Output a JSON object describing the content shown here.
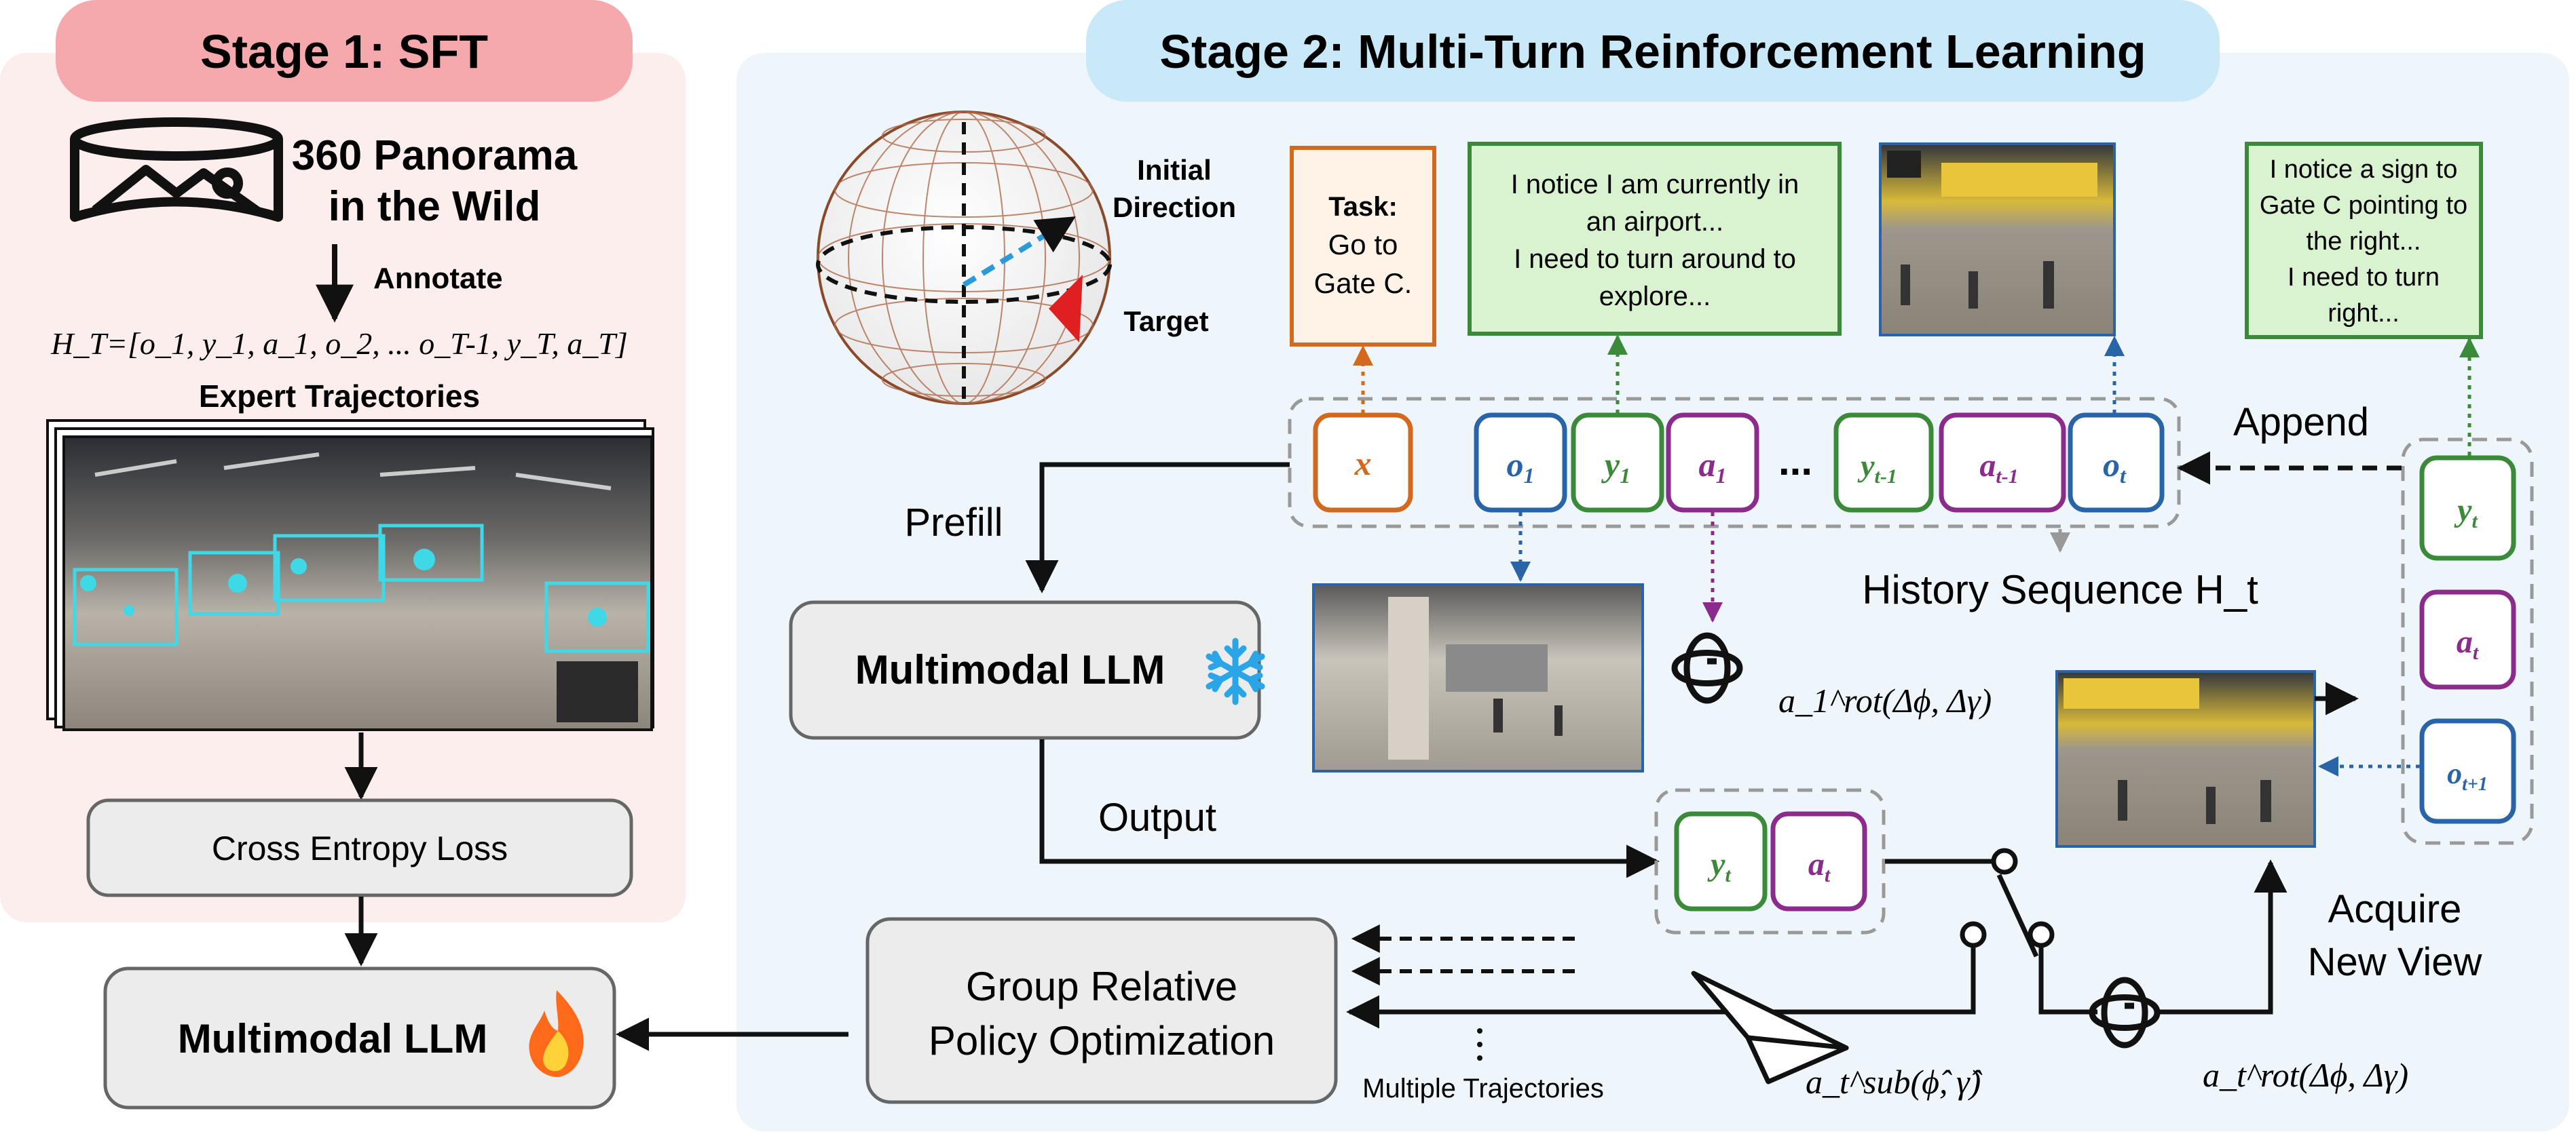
{
  "stage1": {
    "title": "Stage 1: SFT",
    "panorama_line1": "360 Panorama",
    "panorama_line2": "in the Wild",
    "annotate": "Annotate",
    "history_formula": "H_T=[o_1, y_1, a_1, o_2, ... o_T-1, y_T, a_T]",
    "expert_trajectories": "Expert Trajectories",
    "cross_entropy": "Cross Entropy Loss",
    "llm_label": "Multimodal LLM",
    "llm_icon": "fire-icon"
  },
  "stage2": {
    "title": "Stage 2: Multi-Turn Reinforcement Learning",
    "initial_direction_1": "Initial",
    "initial_direction_2": "Direction",
    "target": "Target",
    "task_title": "Task:",
    "task_line1": "Go to",
    "task_line2": "Gate C.",
    "thought1": [
      "I notice I am currently in",
      "an airport...",
      "I need to turn around to",
      "explore..."
    ],
    "thought2": [
      "I notice a sign to",
      "Gate C pointing to",
      "the right...",
      "I need to turn",
      "right..."
    ],
    "append": "Append",
    "prefill": "Prefill",
    "output": "Output",
    "history_sequence": "History Sequence H_t",
    "llm_label": "Multimodal LLM",
    "llm_icon": "snowflake-icon",
    "grpo_line1": "Group Relative",
    "grpo_line2": "Policy Optimization",
    "multiple_trajectories": "Multiple Trajectories",
    "acquire_line1": "Acquire",
    "acquire_line2": "New View",
    "rot_action_1": "a_1^rot(Δϕ, Δγ)",
    "rot_action_t": "a_t^rot(Δϕ, Δγ)",
    "sub_action_t": "a_t^sub(ϕ̂, γ̂)",
    "tokens": [
      {
        "label": "x",
        "kind": "task"
      },
      {
        "label": "o1",
        "kind": "obs"
      },
      {
        "label": "y1",
        "kind": "thought"
      },
      {
        "label": "a1",
        "kind": "action"
      },
      {
        "label": "...",
        "kind": "ellipsis"
      },
      {
        "label": "yt-1",
        "kind": "thought"
      },
      {
        "label": "at-1",
        "kind": "action"
      },
      {
        "label": "ot",
        "kind": "obs"
      }
    ],
    "output_tokens": [
      "yt",
      "at"
    ],
    "append_tokens": [
      "yt",
      "at",
      "ot+1"
    ]
  },
  "colors": {
    "stage1_bg": "#fdeeee",
    "stage1_title_bg": "#f6a9ad",
    "stage2_bg": "#eef6fb",
    "stage2_title_bg": "#c9e9f8",
    "task_orange": "#d2691e",
    "obs_blue": "#2a64a8",
    "thought_green": "#3a8a3a",
    "action_purple": "#8b2b8b",
    "thought_fill": "#d9f2d0",
    "box_gray": "#ececec",
    "fire": "#ff6a1a",
    "snow": "#2aa6e8"
  }
}
